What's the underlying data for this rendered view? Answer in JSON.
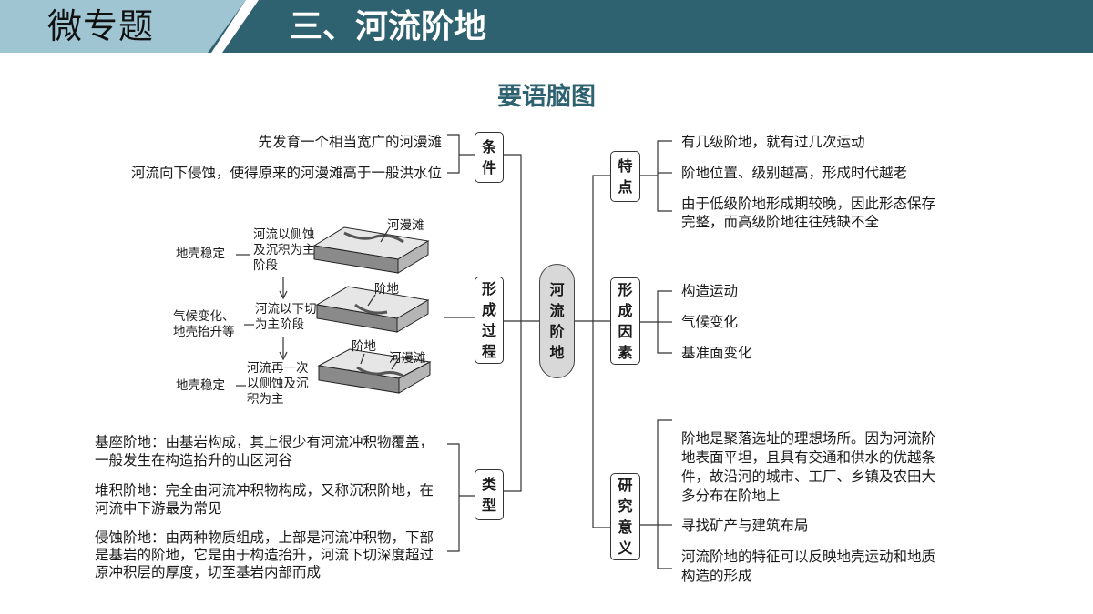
{
  "header": {
    "tag": "微专题",
    "title": "三、河流阶地"
  },
  "diagram_title": "要语脑图",
  "center": "河流阶地",
  "left": {
    "conditions": {
      "label": "条件",
      "items": [
        "先发育一个相当宽广的河漫滩",
        "河流向下侵蚀，使得原来的河漫滩高于一般洪水位"
      ]
    },
    "process": {
      "label": "形成过程",
      "stages": [
        {
          "cause": "地壳稳定",
          "desc": "河流以侧蚀及沉积为主阶段",
          "tag": "河漫滩"
        },
        {
          "cause": "气候变化、地壳抬升等",
          "desc": "河流以下切为主阶段",
          "tag": "阶地"
        },
        {
          "cause": "地壳稳定",
          "desc": "河流再一次以侧蚀及沉积为主",
          "tag1": "阶地",
          "tag2": "河漫滩"
        }
      ]
    },
    "types": {
      "label": "类型",
      "items": [
        "基座阶地：由基岩构成，其上很少有河流冲积物覆盖，一般发生在构造抬升的山区河谷",
        "堆积阶地：完全由河流冲积物构成，又称沉积阶地，在河流中下游最为常见",
        "侵蚀阶地：由两种物质组成，上部是河流冲积物，下部是基岩的阶地，它是由于构造抬升，河流下切深度超过原冲积层的厚度，切至基岩内部而成"
      ]
    }
  },
  "right": {
    "features": {
      "label": "特点",
      "items": [
        "有几级阶地，就有过几次运动",
        "阶地位置、级别越高，形成时代越老",
        "由于低级阶地形成期较晚，因此形态保存完整，而高级阶地往往残缺不全"
      ]
    },
    "factors": {
      "label": "形成因素",
      "items": [
        "构造运动",
        "气候变化",
        "基准面变化"
      ]
    },
    "significance": {
      "label": "研究意义",
      "items": [
        "阶地是聚落选址的理想场所。因为河流阶地表面平坦，且具有交通和供水的优越条件，故沿河的城市、工厂、乡镇及农田大多分布在阶地上",
        "寻找矿产与建筑布局",
        "河流阶地的特征可以反映地壳运动和地质构造的形成"
      ]
    }
  },
  "colors": {
    "header_bg": "#2f6270",
    "tag_bg": "#9fc5d2",
    "title_color": "#2f6270",
    "center_fill": "#d8d8d8"
  }
}
